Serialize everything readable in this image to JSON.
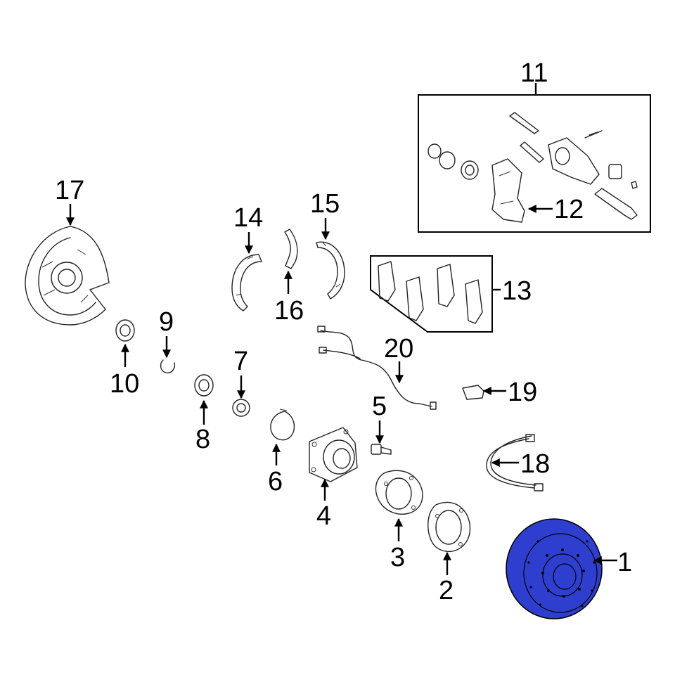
{
  "diagram": {
    "callouts": [
      {
        "id": "1",
        "label": "1"
      },
      {
        "id": "2",
        "label": "2"
      },
      {
        "id": "3",
        "label": "3"
      },
      {
        "id": "4",
        "label": "4"
      },
      {
        "id": "5",
        "label": "5"
      },
      {
        "id": "6",
        "label": "6"
      },
      {
        "id": "7",
        "label": "7"
      },
      {
        "id": "8",
        "label": "8"
      },
      {
        "id": "9",
        "label": "9"
      },
      {
        "id": "10",
        "label": "10"
      },
      {
        "id": "11",
        "label": "11"
      },
      {
        "id": "12",
        "label": "12"
      },
      {
        "id": "13",
        "label": "13"
      },
      {
        "id": "14",
        "label": "14"
      },
      {
        "id": "15",
        "label": "15"
      },
      {
        "id": "16",
        "label": "16"
      },
      {
        "id": "17",
        "label": "17"
      },
      {
        "id": "18",
        "label": "18"
      },
      {
        "id": "19",
        "label": "19"
      },
      {
        "id": "20",
        "label": "20"
      }
    ],
    "highlight_part": "1",
    "colors": {
      "highlight_fill": "#2E3FCF",
      "line": "#222222",
      "background": "#FFFFFF"
    }
  }
}
